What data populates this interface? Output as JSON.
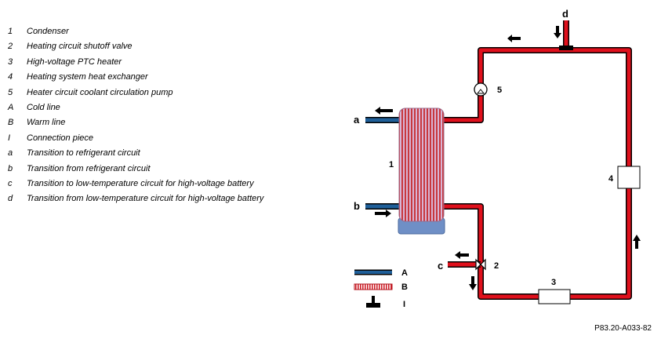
{
  "legend": [
    {
      "key": "1",
      "text": "Condenser"
    },
    {
      "key": "2",
      "text": "Heating circuit shutoff valve"
    },
    {
      "key": "3",
      "text": "High-voltage PTC heater"
    },
    {
      "key": "4",
      "text": "Heating system heat exchanger"
    },
    {
      "key": "5",
      "text": "Heater circuit coolant circulation pump"
    },
    {
      "key": "A",
      "text": "Cold line"
    },
    {
      "key": "B",
      "text": "Warm line"
    },
    {
      "key": "I",
      "text": "Connection piece"
    },
    {
      "key": "a",
      "text": "Transition to refrigerant circuit"
    },
    {
      "key": "b",
      "text": "Transition from refrigerant circuit"
    },
    {
      "key": "c",
      "text": "Transition to low-temperature circuit for high-voltage battery"
    },
    {
      "key": "d",
      "text": "Transition from low-temperature circuit for high-voltage battery"
    }
  ],
  "labels": {
    "condenser": "1",
    "valve": "2",
    "ptc_heater": "3",
    "heat_exchanger": "4",
    "pump": "5",
    "a": "a",
    "b": "b",
    "c": "c",
    "d": "d",
    "key_cold": "A",
    "key_warm": "B",
    "key_connection": "I"
  },
  "reference": "P83.20-A033-82",
  "colors": {
    "warm_line": "#e0101c",
    "cold_line": "#1f5f99",
    "condenser_base": "#6f8fc6"
  }
}
